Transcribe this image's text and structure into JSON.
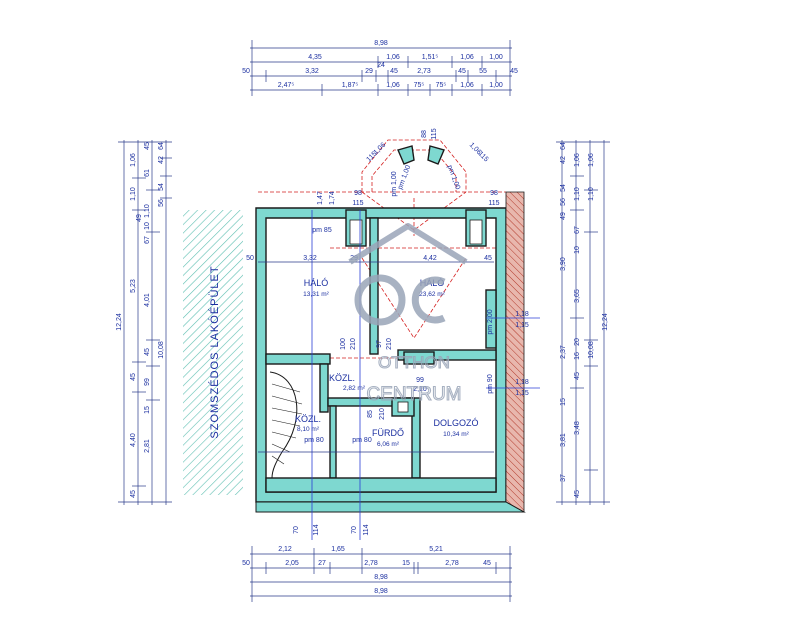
{
  "top_dims": {
    "row1": [
      "8,98"
    ],
    "row2": [
      "4,35",
      "1,06",
      "1,51⁵",
      "1,06",
      "1,00"
    ],
    "row3": [
      "50",
      "3,32",
      "29",
      "24",
      "45",
      "2,73",
      "45",
      "55",
      "45"
    ],
    "row4": [
      "2,47⁵",
      "1,87⁵",
      "1,06",
      "75⁵",
      "75⁵",
      "1,06",
      "1,00"
    ]
  },
  "bottom_dims": {
    "row1": [
      "2,12",
      "1,65",
      "5,21"
    ],
    "row2": [
      "50",
      "2,05",
      "27",
      "2,78",
      "15",
      "2,78",
      "45"
    ],
    "row3": [
      "8,98"
    ],
    "row4": [
      "8,98"
    ]
  },
  "left_dims": {
    "outer": [
      "12,24"
    ],
    "mid": [
      "1,10",
      "5,23",
      "45",
      "4,40",
      "45"
    ],
    "inner": [
      "1,06",
      "1,10",
      "67",
      "4,01",
      "45",
      "99",
      "2,81"
    ],
    "small": [
      "61",
      "54",
      "56",
      "49",
      "10",
      "10,08",
      "15"
    ],
    "top": [
      "45",
      "42",
      "64"
    ]
  },
  "right_dims": {
    "outer": [
      "12,24"
    ],
    "mid": [
      "1,06",
      "1,10",
      "3,90",
      "2,37",
      "3,81"
    ],
    "inner": [
      "1,06",
      "1,10",
      "67",
      "3,65",
      "20",
      "10,08",
      "3,48",
      "45"
    ],
    "small": [
      "64",
      "42",
      "54",
      "56",
      "49",
      "10",
      "16",
      "15",
      "37",
      "45"
    ]
  },
  "plan_dims": [
    "50",
    "3,32",
    "29",
    "4,42",
    "45",
    "pm 85",
    "pm 80",
    "pm 80",
    "pm 2,00",
    "pm 1,00",
    "210",
    "100",
    "97",
    "210",
    "99",
    "2,10",
    "85",
    "210",
    "1,18",
    "1,15",
    "1,18",
    "1,15",
    "1,47",
    "1,74",
    "98",
    "115",
    "98",
    "115",
    "88",
    "115",
    "1,06",
    "115",
    "1,06",
    "115",
    "70",
    "114",
    "70",
    "114",
    "pm 90",
    "pm 1,00",
    "pm 1,00"
  ],
  "rooms": {
    "halo1": {
      "name": "HÁLÓ",
      "area": "13,31 m²"
    },
    "halo2": {
      "name": "HÁLÓ",
      "area": "23,62 m²"
    },
    "kozl1": {
      "name": "KÖZL.",
      "area": "2,82 m²"
    },
    "kozl2": {
      "name": "KÖZL.",
      "area": "8,10 m²"
    },
    "furdo": {
      "name": "FÜRDŐ",
      "area": "6,06 m²"
    },
    "dolgozo": {
      "name": "DOLGOZÓ",
      "area": "10,34 m²"
    }
  },
  "neighbor_label": "SZOMSZÉDOS LAKÓÉPÜLET",
  "watermark": {
    "line1": "OTTHON",
    "line2": "CENTRUM"
  },
  "colors": {
    "wall": "#7ed8d0",
    "dimension": "#1b2fa0",
    "roof": "#d42020",
    "brick": "#c0392b"
  }
}
